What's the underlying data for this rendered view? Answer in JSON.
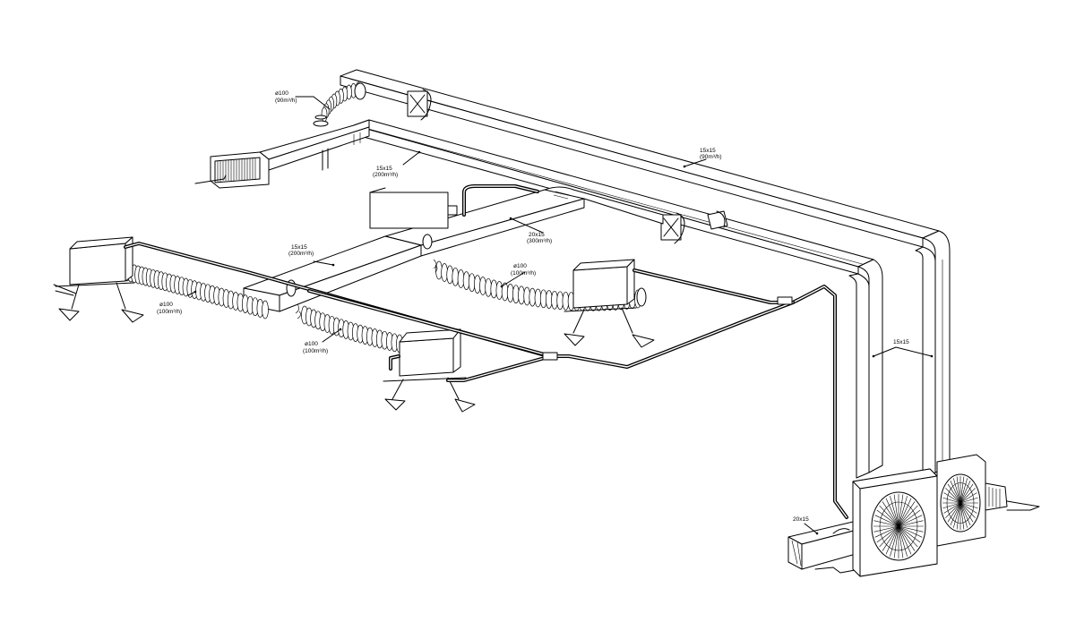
{
  "labels": {
    "flex_top": {
      "size": "ø100",
      "flow": "(90m³/h)"
    },
    "supply_branch": {
      "size": "15x15",
      "flow": "(200m³/h)"
    },
    "return_trunk": {
      "size": "15x15",
      "flow": "(90m³/h)"
    },
    "main_tee": {
      "size": "20x15",
      "flow": "(300m³/h)"
    },
    "left_branch": {
      "size": "15x15",
      "flow": "(200m³/h)"
    },
    "flex_left": {
      "size": "ø100",
      "flow": "(100m³/h)"
    },
    "flex_center": {
      "size": "ø100",
      "flow": "(100m³/h)"
    },
    "flex_bottom": {
      "size": "ø100",
      "flow": "(100m³/h)"
    },
    "riser": {
      "size": "15x15"
    },
    "base_duct": {
      "size": "20x15"
    }
  }
}
